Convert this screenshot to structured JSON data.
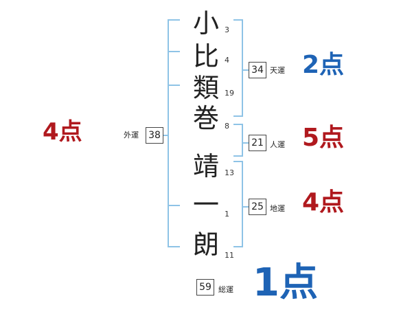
{
  "name": {
    "characters": [
      {
        "char": "小",
        "strokes": "3"
      },
      {
        "char": "比",
        "strokes": "4"
      },
      {
        "char": "類",
        "strokes": "19"
      },
      {
        "char": "巻",
        "strokes": "8"
      },
      {
        "char": "靖",
        "strokes": "13"
      },
      {
        "char": "一",
        "strokes": "1"
      },
      {
        "char": "朗",
        "strokes": "11"
      }
    ]
  },
  "fortunes": {
    "outer": {
      "label": "外運",
      "value": "38",
      "score": "4点"
    },
    "heaven": {
      "label": "天運",
      "value": "34",
      "score": "2点"
    },
    "person": {
      "label": "人運",
      "value": "21",
      "score": "5点"
    },
    "earth": {
      "label": "地運",
      "value": "25",
      "score": "4点"
    },
    "total": {
      "label": "総運",
      "value": "59",
      "score": "1点"
    }
  },
  "colors": {
    "bracket": "#8ec3e6",
    "score_red": "#b0191e",
    "score_blue": "#1e63b5"
  }
}
